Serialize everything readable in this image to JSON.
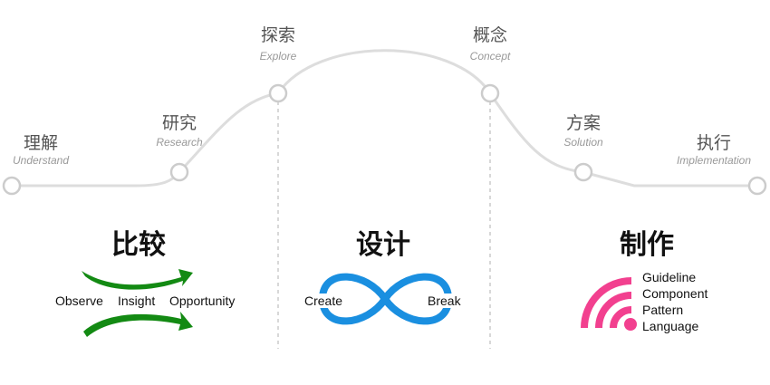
{
  "stages": [
    {
      "cn": "理解",
      "en": "Understand"
    },
    {
      "cn": "研究",
      "en": "Research"
    },
    {
      "cn": "探索",
      "en": "Explore"
    },
    {
      "cn": "概念",
      "en": "Concept"
    },
    {
      "cn": "方案",
      "en": "Solution"
    },
    {
      "cn": "执行",
      "en": "Implementation"
    }
  ],
  "sections": {
    "compare": {
      "title": "比较",
      "items": [
        "Observe",
        "Insight",
        "Opportunity"
      ],
      "color": "#138a13"
    },
    "design": {
      "title": "设计",
      "left": "Create",
      "right": "Break",
      "color": "#1a8fe0"
    },
    "make": {
      "title": "制作",
      "items": [
        "Guideline",
        "Component",
        "Pattern",
        "Language"
      ],
      "color": "#f2408f"
    }
  }
}
